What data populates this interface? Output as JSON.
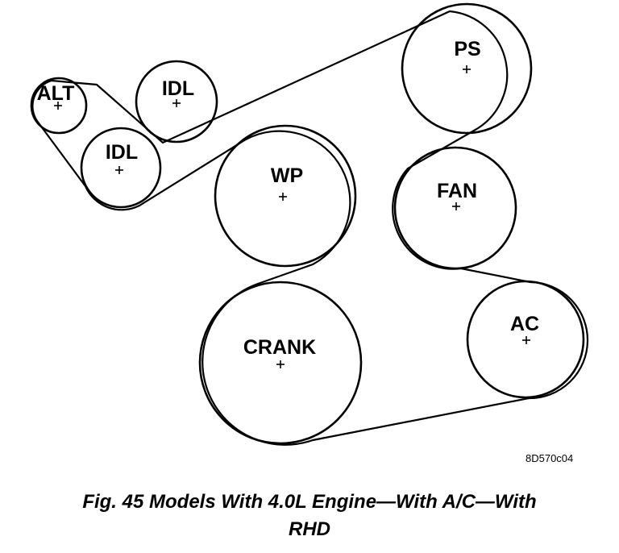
{
  "diagram": {
    "pulleys": [
      {
        "id": "alt",
        "label": "ALT",
        "icon": "plus-center-mark"
      },
      {
        "id": "idl1",
        "label": "IDL",
        "icon": "plus-center-mark"
      },
      {
        "id": "idl2",
        "label": "IDL",
        "icon": "plus-center-mark"
      },
      {
        "id": "ps",
        "label": "PS",
        "icon": "plus-center-mark"
      },
      {
        "id": "wp",
        "label": "WP",
        "icon": "plus-center-mark"
      },
      {
        "id": "fan",
        "label": "FAN",
        "icon": "plus-center-mark"
      },
      {
        "id": "crank",
        "label": "CRANK",
        "icon": "plus-center-mark"
      },
      {
        "id": "ac",
        "label": "AC",
        "icon": "plus-center-mark"
      }
    ],
    "reference_code": "8D570c04"
  },
  "caption": {
    "line1": "Fig. 45 Models With 4.0L Engine—With A/C—With",
    "line2": "RHD"
  }
}
